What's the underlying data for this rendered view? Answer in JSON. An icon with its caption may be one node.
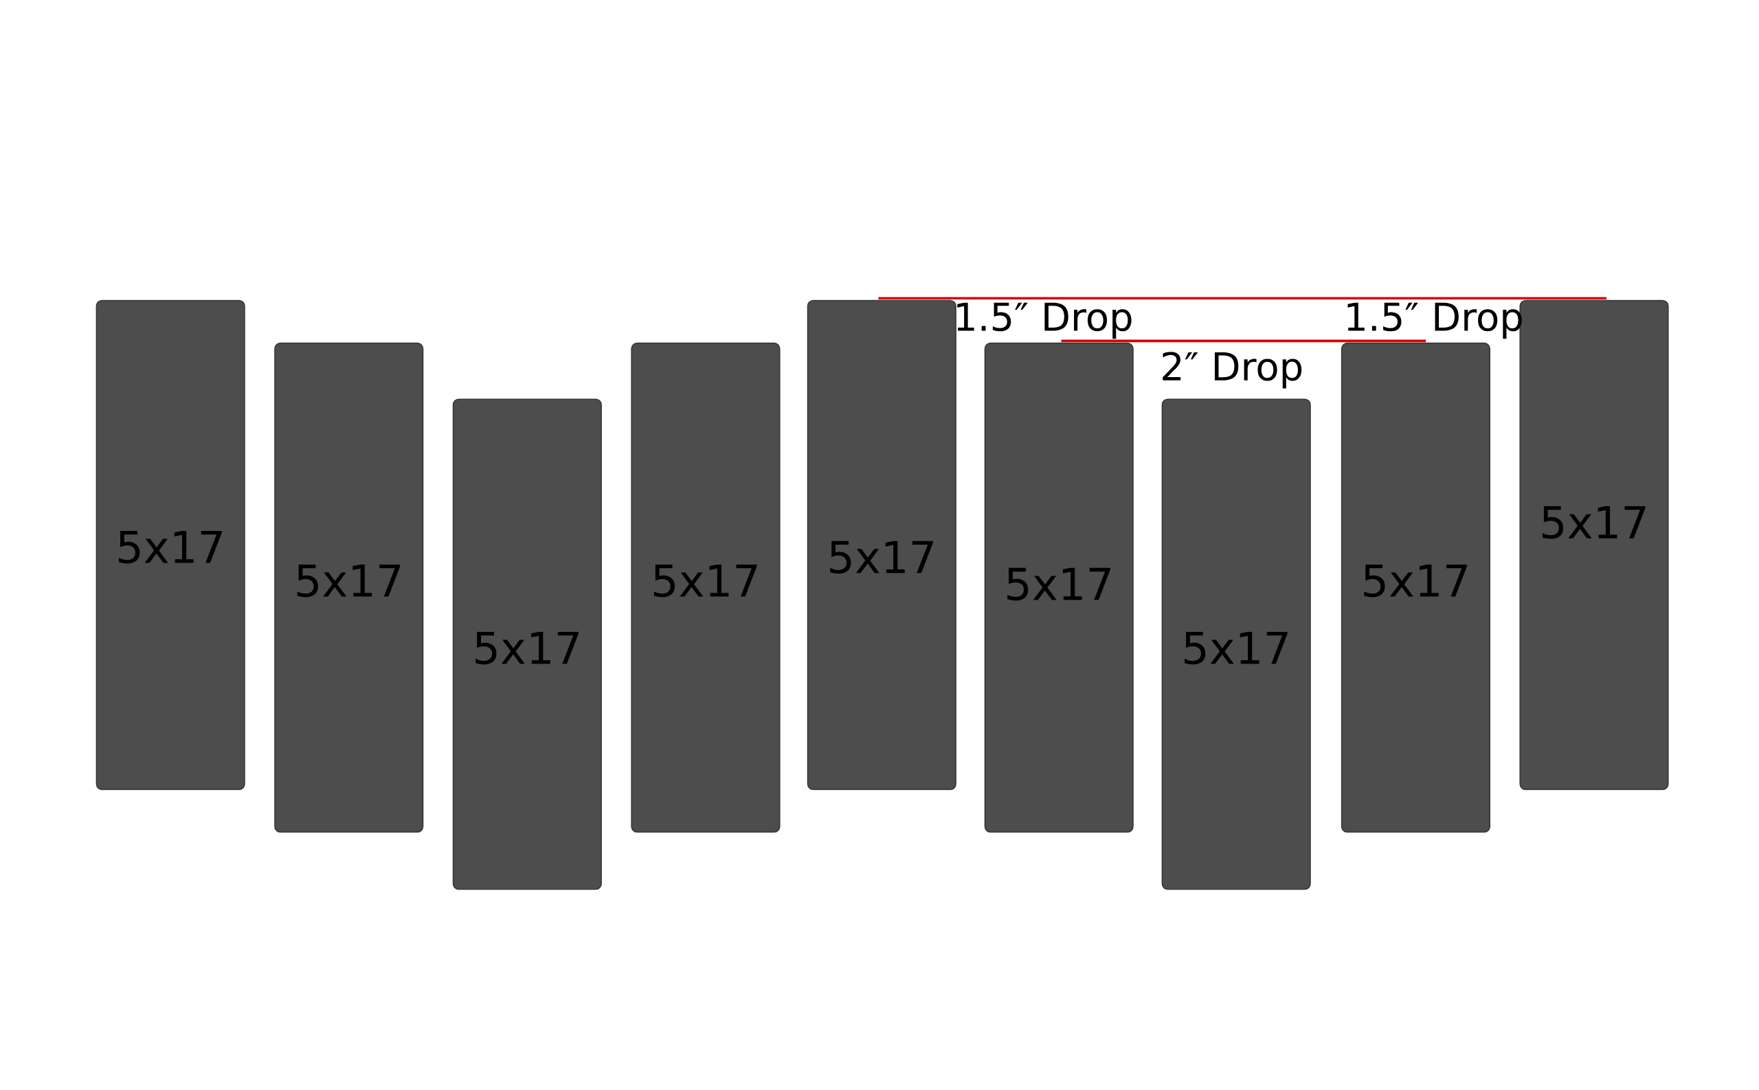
{
  "diagram": {
    "nodes": [
      {
        "text": [
          "5x17"
        ]
      },
      {
        "text": [
          "5x17"
        ]
      },
      {
        "text": [
          "5x17"
        ]
      },
      {
        "text": [
          "5x17"
        ]
      },
      {
        "text": [
          "5x17"
        ]
      },
      {
        "text": [
          "5x17"
        ]
      },
      {
        "text": [
          "5x17"
        ]
      },
      {
        "text": [
          "5x17"
        ]
      },
      {
        "text": [
          "5x17"
        ]
      }
    ],
    "labels": [
      "1.5″ Drop",
      "1.5″ Drop",
      "2″ Drop"
    ]
  }
}
